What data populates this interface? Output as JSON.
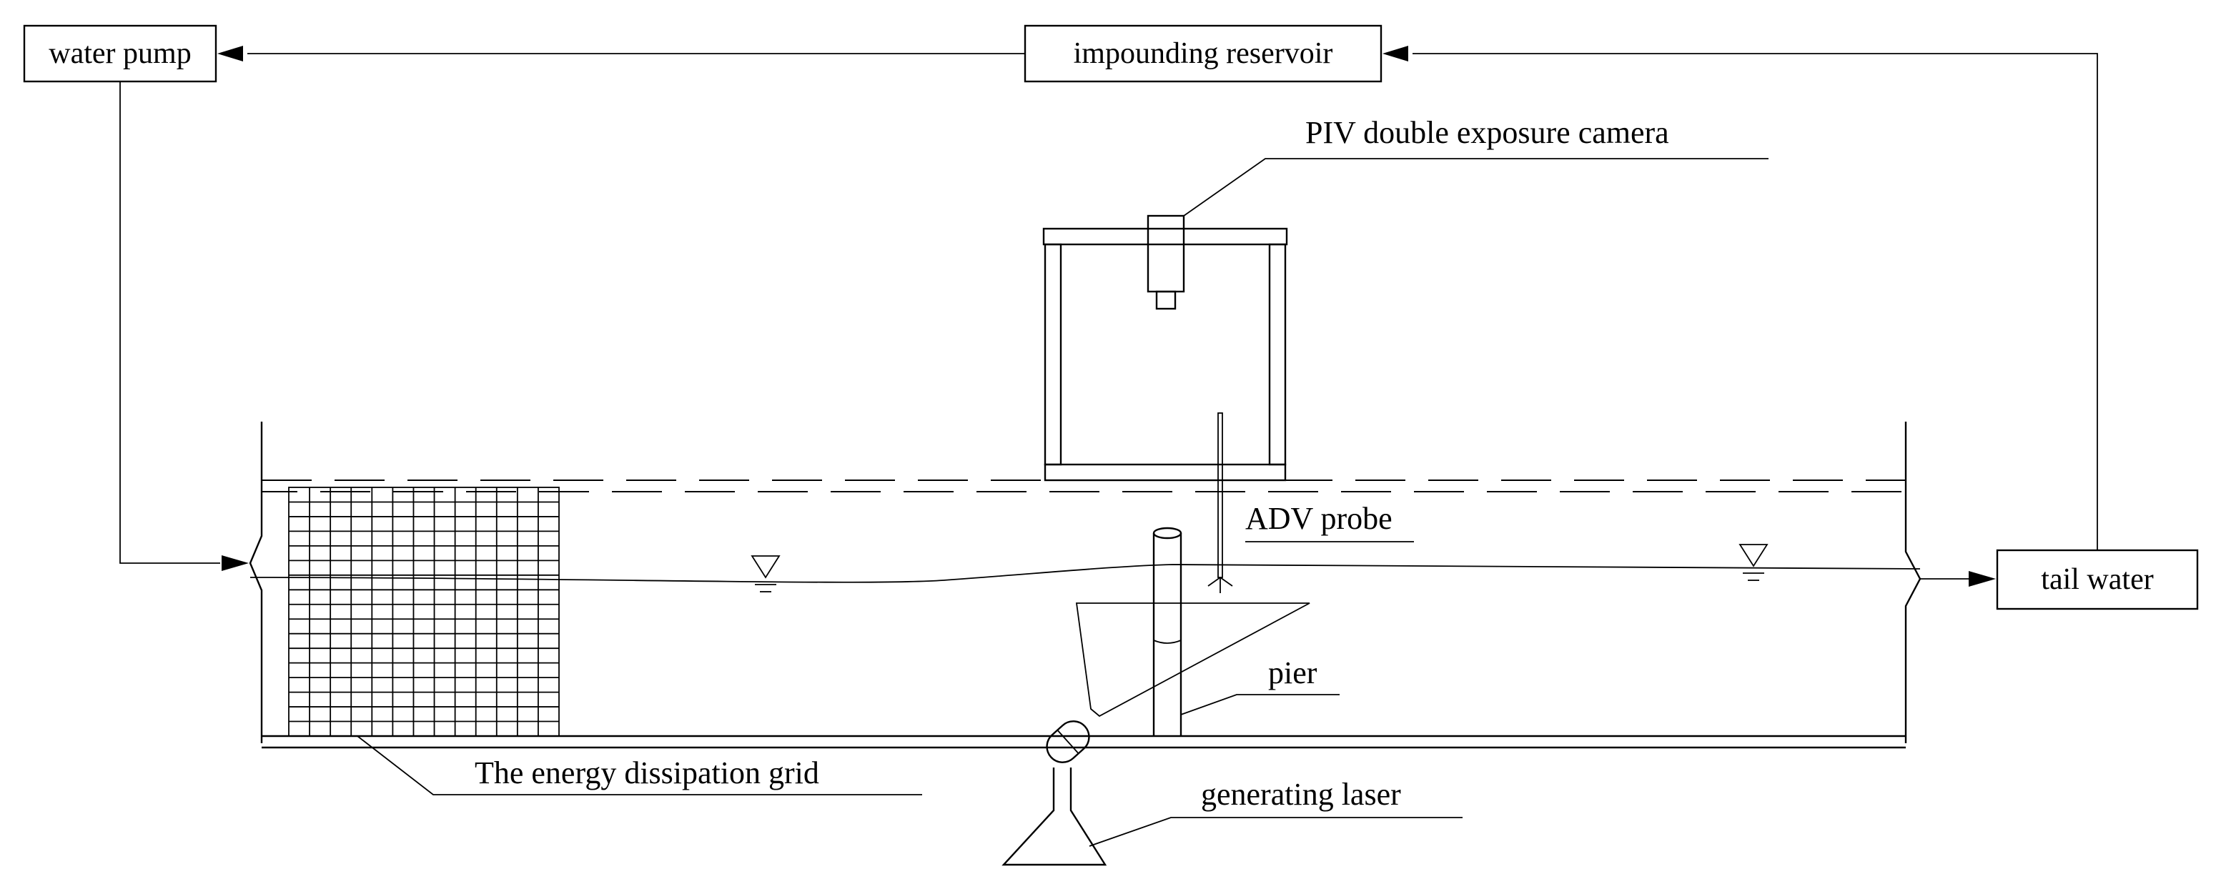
{
  "boxes": {
    "water_pump": "water pump",
    "impounding_reservoir": "impounding reservoir",
    "tail_water": "tail water"
  },
  "labels": {
    "camera": "PIV double exposure camera",
    "adv_probe": "ADV probe",
    "pier": "pier",
    "grid": "The energy dissipation grid",
    "laser": "generating laser"
  }
}
